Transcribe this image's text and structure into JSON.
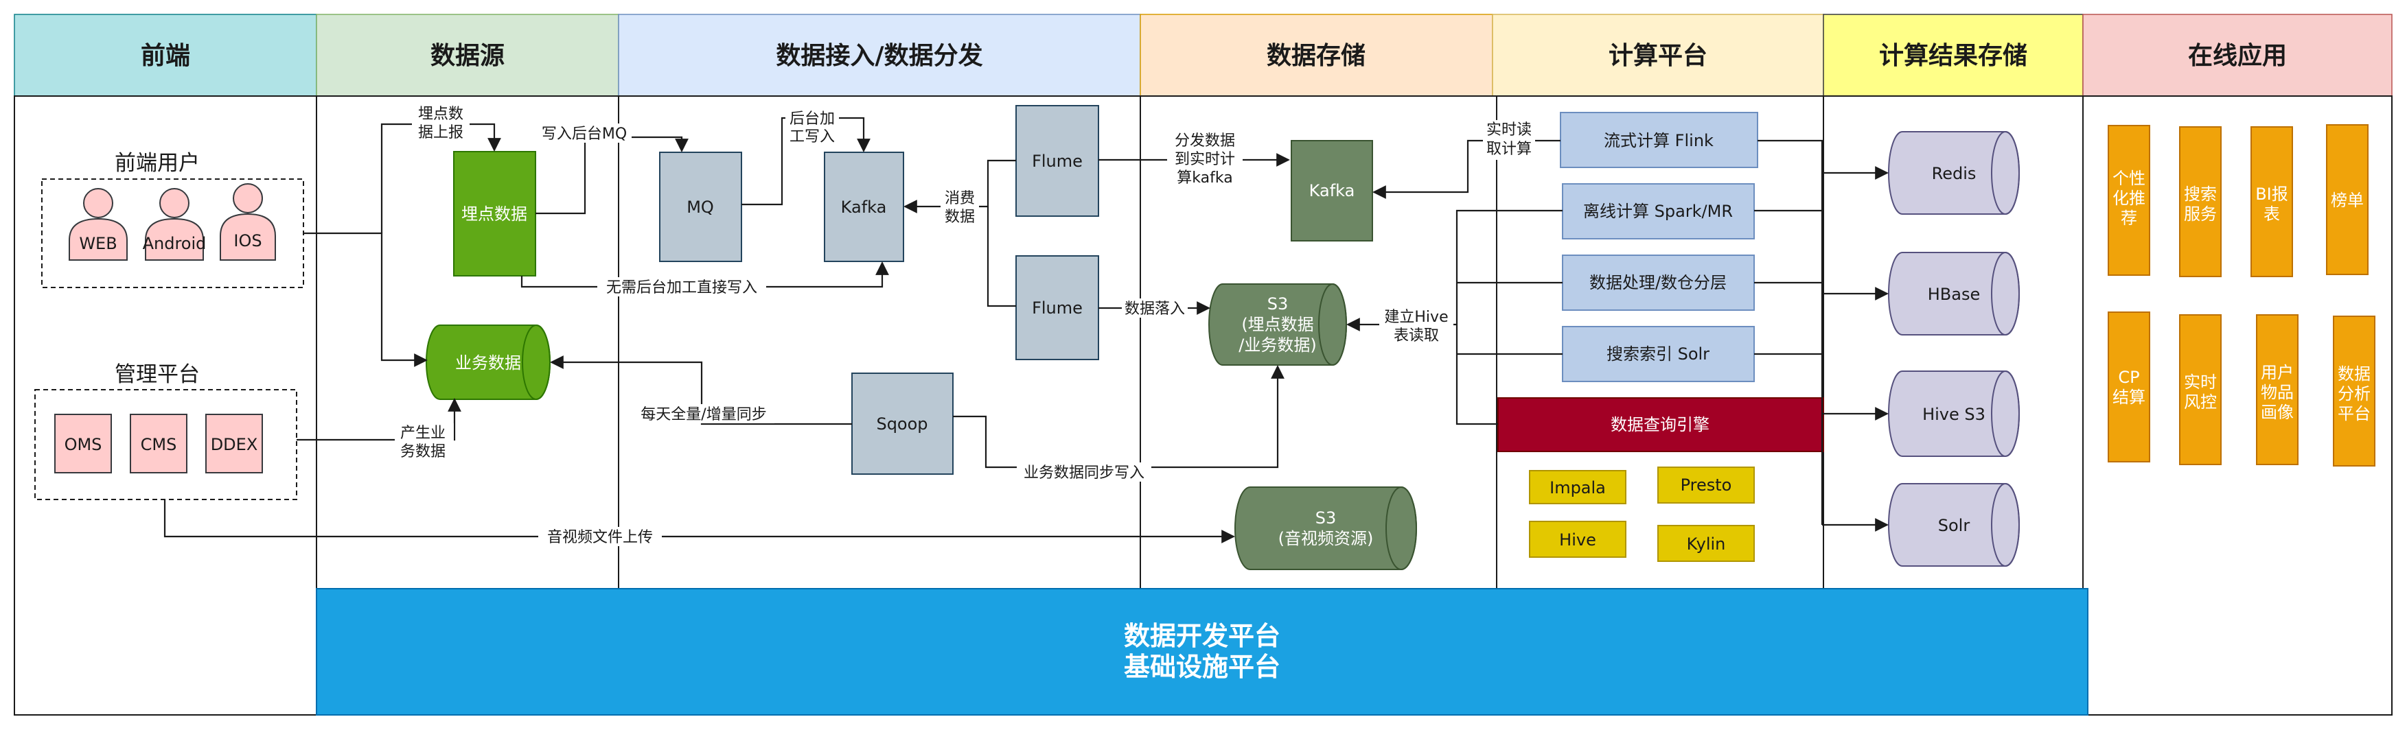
{
  "headers": {
    "frontend": "前端",
    "source": "数据源",
    "ingest": "数据接入/数据分发",
    "storage": "数据存储",
    "compute": "计算平台",
    "result": "计算结果存储",
    "online": "在线应用"
  },
  "frontend": {
    "users_title": "前端用户",
    "users": [
      "WEB",
      "Android",
      "IOS"
    ],
    "admin_title": "管理平台",
    "admin": [
      "OMS",
      "CMS",
      "DDEX"
    ]
  },
  "source": {
    "tracking": "埋点数据",
    "business": "业务数据"
  },
  "ingest": {
    "mq": "MQ",
    "kafka": "Kafka",
    "flume1": "Flume",
    "flume2": "Flume",
    "sqoop": "Sqoop"
  },
  "storage": {
    "kafka": "Kafka",
    "s3_track": [
      "S3",
      "(埋点数据",
      "/业务数据)"
    ],
    "s3_media": [
      "S3",
      "(音视频资源)"
    ]
  },
  "compute": {
    "flink": "流式计算 Flink",
    "spark": "离线计算 Spark/MR",
    "warehouse": "数据处理/数仓分层",
    "solr": "搜索索引 Solr",
    "query_engine": "数据查询引擎",
    "engines": [
      "Impala",
      "Presto",
      "Hive",
      "Kylin"
    ]
  },
  "result": [
    "Redis",
    "HBase",
    "Hive S3",
    "Solr"
  ],
  "online": {
    "row1": [
      [
        "个性",
        "化推",
        "荐"
      ],
      [
        "搜索",
        "服务"
      ],
      [
        "BI报",
        "表"
      ],
      [
        "榜单"
      ]
    ],
    "row2": [
      [
        "CP",
        "结算"
      ],
      [
        "实时",
        "风控"
      ],
      [
        "用户",
        "物品",
        "画像"
      ],
      [
        "数据",
        "分析",
        "平台"
      ]
    ]
  },
  "edges": {
    "report": [
      "埋点数",
      "据上报"
    ],
    "write_mq": "写入后台MQ",
    "backend_proc": [
      "后台加",
      "工写入"
    ],
    "consume": [
      "消费",
      "数据"
    ],
    "direct_write": "无需后台加工直接写入",
    "dist_kafka": [
      "分发数据",
      "到实时计",
      "算kafka"
    ],
    "land": "数据落入",
    "realtime_read": [
      "实时读",
      "取计算"
    ],
    "hive_read": [
      "建立Hive",
      "表读取"
    ],
    "daily_sync": "每天全量/增量同步",
    "biz_sync": "业务数据同步写入",
    "produce_biz": [
      "产生业",
      "务数据"
    ],
    "media_upload": "音视频文件上传"
  },
  "platform": [
    "数据开发平台",
    "基础设施平台"
  ],
  "colors": {
    "h_frontend": "#b0e3e6",
    "h_source": "#d5e8d4",
    "h_ingest": "#dae8fc",
    "h_storage": "#ffe6cc",
    "h_compute": "#fff2cc",
    "h_result": "#ffff88",
    "h_online": "#f8cecc",
    "green_box": "#60a917",
    "gray_box": "#bac8d3",
    "dark_green": "#6d8764",
    "blue_box": "#b9cde8",
    "query": "#a20025",
    "engine": "#e3c800",
    "store": "#d0cee2",
    "app": "#f0a30a",
    "platform": "#1ba1e2",
    "user": "#ffcccc"
  }
}
